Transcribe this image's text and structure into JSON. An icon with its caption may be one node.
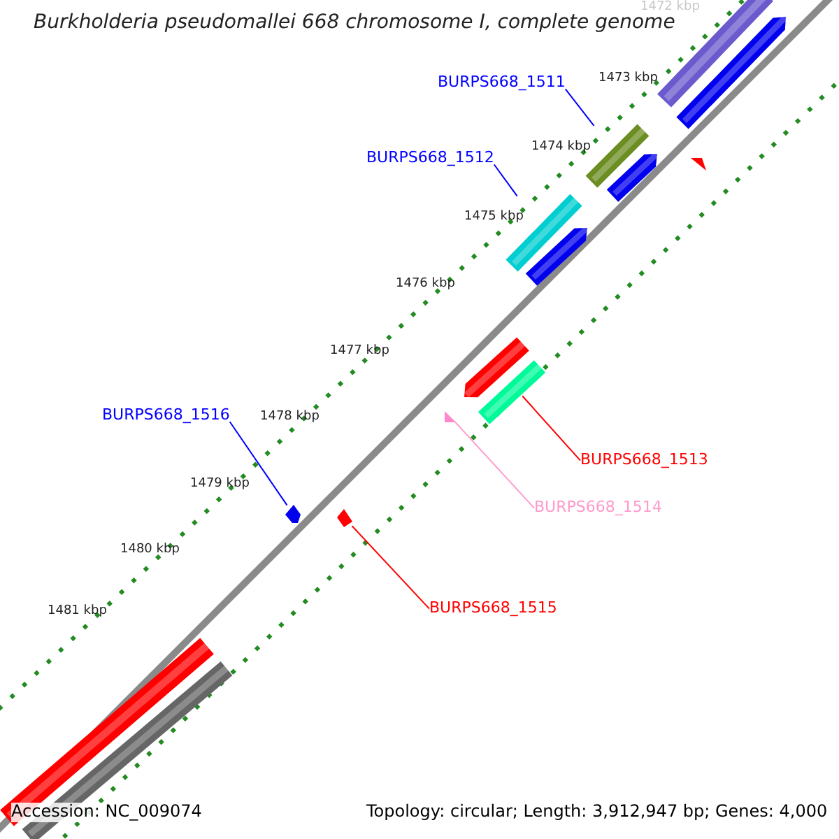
{
  "diagram": {
    "title": "Burkholderia pseudomallei 668 chromosome I, complete genome",
    "nodes": [
      {
        "text": [
          "BURPS668_1511"
        ]
      },
      {
        "text": [
          "BURPS668_1512"
        ]
      },
      {
        "text": [
          "BURPS668_1516"
        ]
      },
      {
        "text": [
          "BURPS668_1513"
        ]
      },
      {
        "text": [
          "BURPS668_1514"
        ]
      },
      {
        "text": [
          "BURPS668_1515"
        ]
      },
      {
        "text": [],
        "shape": "bar"
      },
      {
        "text": [],
        "shape": "bar"
      },
      {
        "text": [],
        "shape": "bar"
      },
      {
        "text": [],
        "shape": "triangle"
      },
      {
        "text": [],
        "shape": "arrow"
      },
      {
        "text": [],
        "shape": "arrow"
      }
    ],
    "edges": [
      {
        "from": 0,
        "to": 6,
        "arrow": "none",
        "color": "#0000ff"
      },
      {
        "from": 1,
        "to": 7,
        "arrow": "none",
        "color": "#0000ff"
      },
      {
        "from": 2,
        "to": 10,
        "arrow": "none",
        "color": "#0000ff"
      },
      {
        "from": 3,
        "to": 8,
        "arrow": "none",
        "color": "#ff0000"
      },
      {
        "from": 4,
        "to": 9,
        "arrow": "none",
        "color": "#ff99cc"
      },
      {
        "from": 5,
        "to": 11,
        "arrow": "none",
        "color": "#ff0000"
      }
    ],
    "labels": [
      "1472 kbp",
      "1473 kbp",
      "1474 kbp",
      "1475 kbp",
      "1476 kbp",
      "1477 kbp",
      "1478 kbp",
      "1479 kbp",
      "1480 kbp",
      "1481 kbp",
      "Accession: NC_009074",
      "Topology: circular; Length: 3,912,947 bp; Genes: 4,000"
    ]
  }
}
